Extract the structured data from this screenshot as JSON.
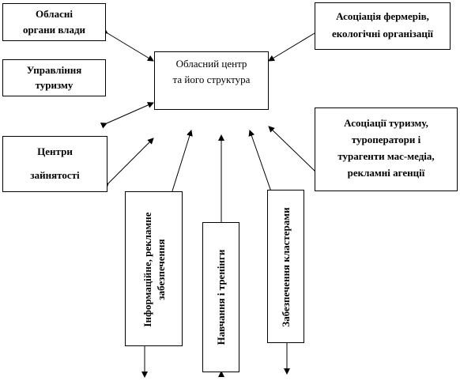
{
  "center": {
    "line1": "Обласний центр",
    "line2": "та його структура"
  },
  "left_boxes": {
    "authorities": {
      "line1": "Обласні",
      "line2": "органи влади"
    },
    "tourism": {
      "line1": "Управління",
      "line2": "туризму"
    },
    "employment": {
      "line1": "Центри",
      "line2": "зайнятості"
    }
  },
  "right_boxes": {
    "farmers": {
      "line1": "Асоціація фермерів,",
      "line2": "екологічні організації"
    },
    "tourism_assoc": {
      "line1": "Асоціації туризму,",
      "line2": "туроператори і",
      "line3": "турагенти мас-медіа,",
      "line4": "рекламні агенції"
    }
  },
  "vertical_boxes": {
    "info": {
      "line1": "Інформаційне, рекламне",
      "line2": "забезпечення"
    },
    "training": {
      "line1": "Навчання і тренінги"
    },
    "clusters": {
      "line1": "Забезпечення кластерами"
    }
  }
}
